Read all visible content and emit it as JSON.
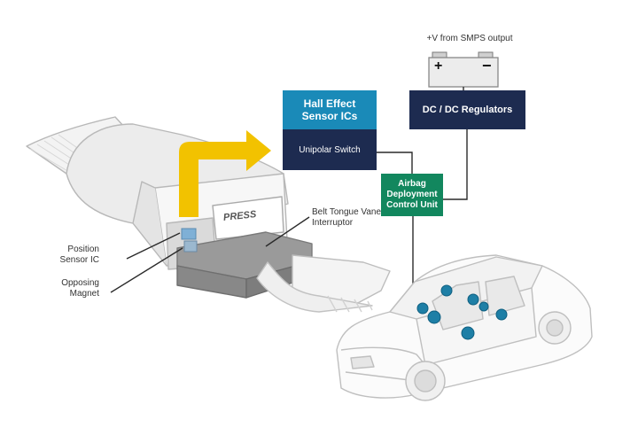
{
  "labels": {
    "smps": "+V from SMPS output",
    "battery_plus": "+",
    "battery_minus": "−",
    "hall_title": "Hall Effect Sensor ICs",
    "unipolar": "Unipolar Switch",
    "dcdc": "DC / DC Regulators",
    "airbag": "Airbag Deployment Control Unit",
    "belt_tongue": "Belt Tongue Vane Interruptor",
    "position_sensor": "Position Sensor IC",
    "opposing_magnet": "Opposing Magnet",
    "press": "PRESS"
  },
  "colors": {
    "hall_box": "#1a8ab8",
    "navy_box": "#1d2b50",
    "airbag_box": "#12875e",
    "arrow": "#f2c200",
    "sensor_dots": "#1e7fa6",
    "lines": "#2a2a2a"
  }
}
